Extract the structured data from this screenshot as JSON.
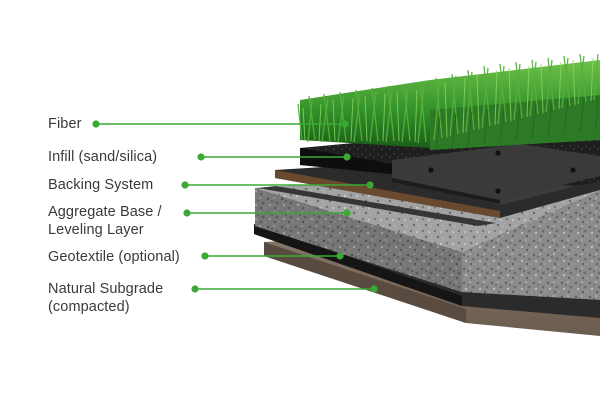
{
  "diagram": {
    "accent_color": "#3aa935",
    "layers": [
      {
        "id": "fiber",
        "label": "Fiber"
      },
      {
        "id": "infill",
        "label": "Infill (sand/silica)"
      },
      {
        "id": "backing",
        "label": "Backing System"
      },
      {
        "id": "aggregate",
        "label_line1": "Aggregate Base /",
        "label_line2": "Leveling Layer"
      },
      {
        "id": "geotextile",
        "label": "Geotextile (optional)"
      },
      {
        "id": "subgrade",
        "label_line1": "Natural Subgrade",
        "label_line2": "(compacted)"
      }
    ]
  }
}
